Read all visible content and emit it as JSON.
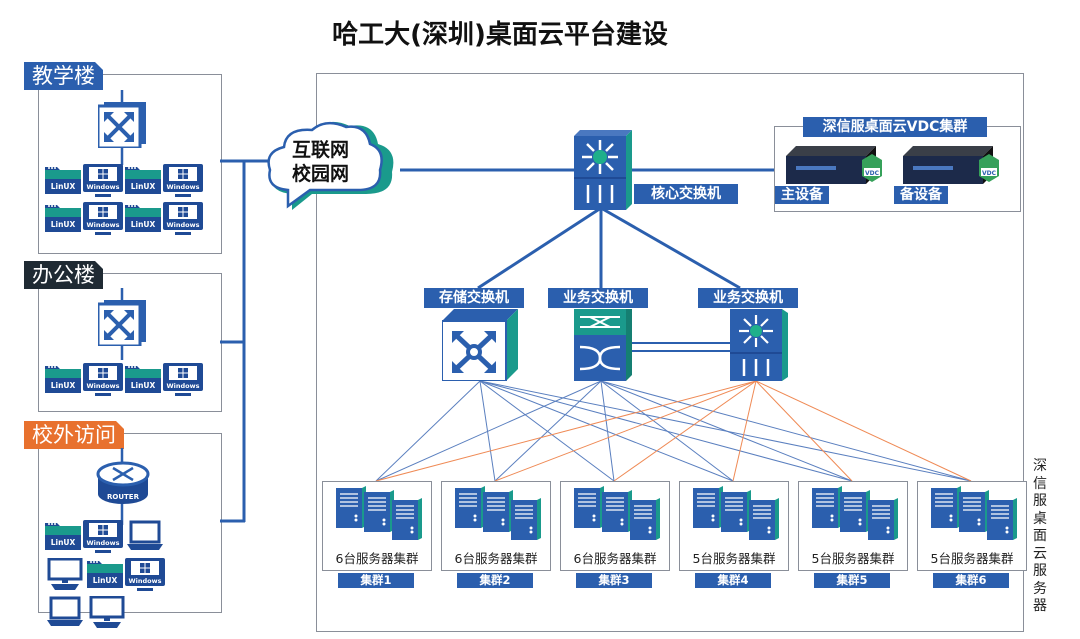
{
  "title": "哈工大(深圳)桌面云平台建设",
  "cloud": {
    "line1": "互联网",
    "line2": "校园网"
  },
  "buildings": [
    {
      "label": "教学楼",
      "color": "#2b5fae",
      "switch": "switch-icon",
      "devices": [
        "LinUX",
        "Windows",
        "LinUX",
        "Windows",
        "LinUX",
        "Windows",
        "LinUX",
        "Windows"
      ]
    },
    {
      "label": "办公楼",
      "color": "#1f2a33",
      "switch": "switch-icon",
      "devices": [
        "LinUX",
        "Windows",
        "LinUX",
        "Windows"
      ]
    },
    {
      "label": "校外访问",
      "color": "#e8712e",
      "router_label": "ROUTER",
      "devices": [
        "LinUX",
        "Windows",
        "laptop",
        "desktop",
        "LinUX",
        "Windows",
        "laptop",
        "desktop"
      ]
    }
  ],
  "core_switch": {
    "label": "核心交换机"
  },
  "vdc": {
    "title": "深信服桌面云VDC集群",
    "primary": "主设备",
    "backup": "备设备",
    "badge": "VDC"
  },
  "switches": [
    {
      "label": "存储交换机"
    },
    {
      "label": "业务交换机"
    },
    {
      "label": "业务交换机"
    }
  ],
  "clusters": [
    {
      "text": "6台服务器集群",
      "tag": "集群1"
    },
    {
      "text": "6台服务器集群",
      "tag": "集群2"
    },
    {
      "text": "6台服务器集群",
      "tag": "集群3"
    },
    {
      "text": "5台服务器集群",
      "tag": "集群4"
    },
    {
      "text": "5台服务器集群",
      "tag": "集群5"
    },
    {
      "text": "5台服务器集群",
      "tag": "集群6"
    }
  ],
  "side_label": "深信服桌面云服务器",
  "colors": {
    "brand_blue": "#2b5fae",
    "link_blue": "#5a7fbf",
    "link_orange": "#ef8a55",
    "teal": "#1fb08a"
  }
}
